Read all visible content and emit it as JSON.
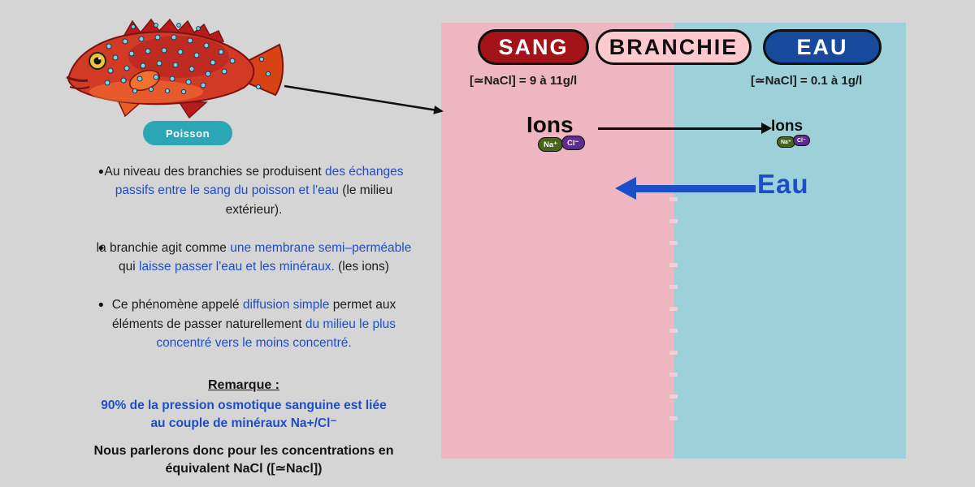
{
  "fish": {
    "label": "Poisson"
  },
  "bullets": [
    {
      "seg1": "Au niveau des branchies se produisent ",
      "seg2": "des échanges passifs entre le sang du poisson et l'eau",
      "seg3": " (le milieu extérieur)."
    },
    {
      "seg1": "la branchie agit comme ",
      "seg2": "une membrane semi–perméable ",
      "seg3": "qui ",
      "seg4": "laisse passer l'eau et les minéraux.",
      "seg5": " (les ions)"
    },
    {
      "seg1": "Ce phénomène appelé ",
      "seg2": "diffusion simple",
      "seg3": " permet aux éléments de passer naturellement ",
      "seg4": "du milieu le plus concentré vers le moins concentré."
    }
  ],
  "remark": {
    "title": "Remarque :",
    "line1": "90% de la pression osmotique sanguine est liée",
    "line2": "au couple de minéraux Na+/Cl⁻"
  },
  "footer": {
    "line1": "Nous parlerons donc pour les concentrations en",
    "line2": "équivalent NaCl ([≃Nacl])"
  },
  "diagram": {
    "sang": {
      "label": "SANG",
      "concentration": "[≃NaCl] = 9 à 11g/l"
    },
    "branchie": {
      "label": "BRANCHIE"
    },
    "eau": {
      "label": "EAU",
      "concentration": "[≃NaCl] = 0.1 à 1g/l"
    },
    "ions_left": "Ions",
    "ions_right": "Ions",
    "na": "Na⁺",
    "cl": "Cl⁻",
    "eau_arrow_label": "Eau",
    "colors": {
      "sang_bg": "#a31318",
      "branchie_bg": "#ffc9ce",
      "eau_bg": "#17499c",
      "pink_panel": "#edb6c0",
      "blue_panel": "#9ed0da",
      "accent_blue": "#1d4ec9",
      "poisson_badge": "#2ba6b4",
      "na_green": "#47661c",
      "cl_purple": "#5e2c8e"
    }
  }
}
